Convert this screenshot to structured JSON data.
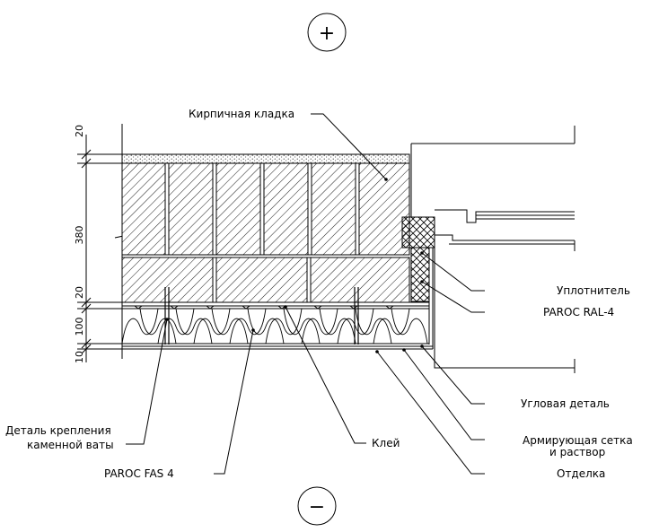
{
  "symbols": {
    "plus": "+",
    "minus": "−"
  },
  "dimensions": [
    "20",
    "380",
    "20",
    "100",
    "10"
  ],
  "labels": {
    "brickwork": "Кирпичная кладка",
    "sealant": "Уплотнитель",
    "paroc_ral": "PAROC RAL-4",
    "corner": "Угловая деталь",
    "mesh_line1": "Армирующая сетка",
    "mesh_line2": "и раствор",
    "finish": "Отделка",
    "glue": "Клей",
    "fastener_line1": "Деталь крепления",
    "fastener_line2": "каменной ваты",
    "paroc_fas": "PAROC FAS 4"
  }
}
